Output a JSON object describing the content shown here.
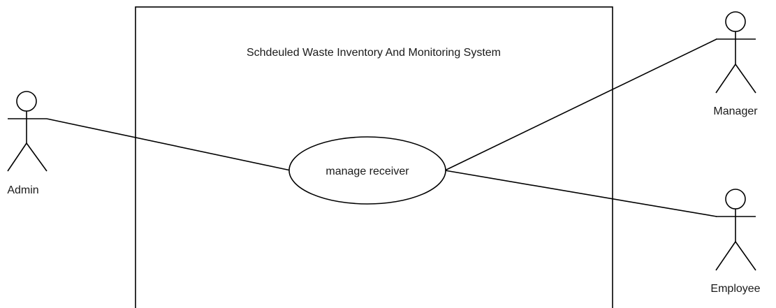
{
  "system": {
    "title": "Schdeuled Waste Inventory And Monitoring System"
  },
  "use_case": {
    "label": "manage receiver"
  },
  "actors": {
    "admin": "Admin",
    "manager": "Manager",
    "employee": "Employee"
  }
}
